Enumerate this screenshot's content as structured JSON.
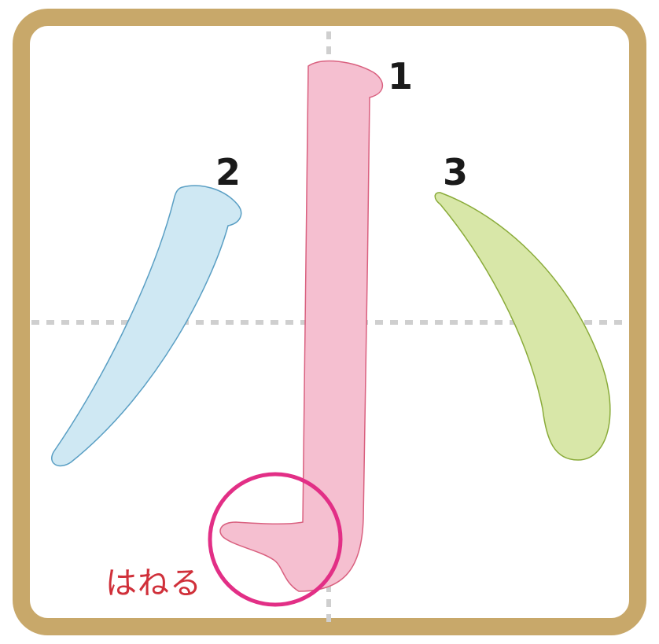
{
  "stroke_numbers": [
    "1",
    "2",
    "3"
  ],
  "annotation": "はねる",
  "colors": {
    "frame": "#c8a86a",
    "guide": "#cfcfcf",
    "stroke1_fill": "#f5bfd0",
    "stroke1_edge": "#d9607f",
    "stroke2_fill": "#cfe8f3",
    "stroke2_edge": "#5a9fc4",
    "stroke3_fill": "#d8e7a8",
    "stroke3_edge": "#8aab3a",
    "circle": "#e22f86",
    "annotation_text": "#d0303a"
  }
}
